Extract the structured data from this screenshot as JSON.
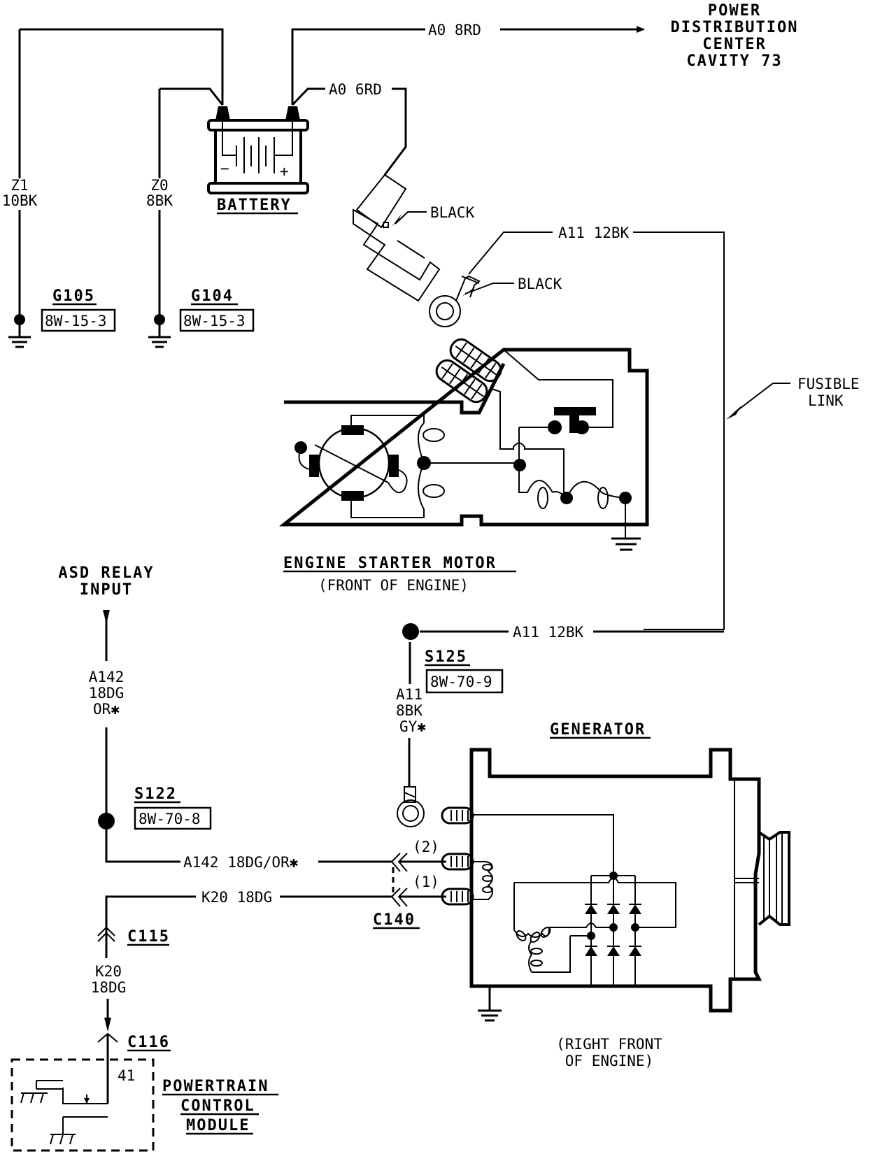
{
  "battery": {
    "title": "BATTERY",
    "neg": "−",
    "pos": "+"
  },
  "wires": {
    "a0_8rd": "A0 8RD",
    "a0_6rd": "A0 6RD",
    "z1": {
      "circuit": "Z1",
      "gauge": "10BK"
    },
    "z0": {
      "circuit": "Z0",
      "gauge": "8BK"
    },
    "a11_12bk_top": "A11 12BK",
    "a11_12bk_bottom": "A11 12BK",
    "a11_8bk": {
      "circuit": "A11",
      "gauge": "8BK",
      "alt": "GY✱"
    },
    "a142_vertical": {
      "circuit": "A142",
      "gauge": "18DG",
      "alt": "OR✱"
    },
    "a142_horizontal": "A142 18DG/OR✱",
    "k20_horizontal": "K20 18DG",
    "k20_vertical": {
      "circuit": "K20",
      "gauge": "18DG"
    }
  },
  "pdc": {
    "line1": "POWER",
    "line2": "DISTRIBUTION",
    "line3": "CENTER",
    "line4": "CAVITY 73"
  },
  "grounds": [
    {
      "id": "G105",
      "ref": "8W-15-3"
    },
    {
      "id": "G104",
      "ref": "8W-15-3"
    }
  ],
  "callouts": {
    "black_1": "BLACK",
    "black_2": "BLACK",
    "fusible_link_1": "FUSIBLE",
    "fusible_link_2": "LINK"
  },
  "starter": {
    "title": "ENGINE STARTER MOTOR",
    "location": "(FRONT OF ENGINE)"
  },
  "asd": {
    "line1": "ASD RELAY",
    "line2": "INPUT"
  },
  "splices": [
    {
      "id": "S125",
      "ref": "8W-70-9"
    },
    {
      "id": "S122",
      "ref": "8W-70-8"
    }
  ],
  "generator": {
    "title": "GENERATOR",
    "location_1": "(RIGHT FRONT",
    "location_2": "OF ENGINE)"
  },
  "connectors": {
    "c140": "C140",
    "c115": "C115",
    "c116": "C116",
    "pin_2": "(2)",
    "pin_1": "(1)",
    "pcm_pin": "41"
  },
  "pcm": {
    "line1": "POWERTRAIN",
    "line2": "CONTROL",
    "line3": "MODULE"
  }
}
